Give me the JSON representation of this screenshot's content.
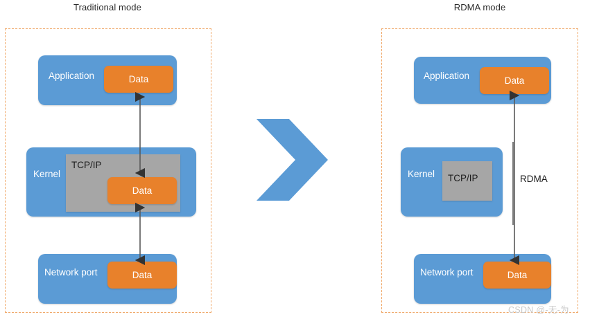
{
  "diagram": {
    "watermark": "CSDN @-无-为",
    "colors": {
      "blue": "#5b9bd5",
      "orange": "#e8812b",
      "gray": "#a6a6a6",
      "dashed_border": "#f0a868",
      "arrow": "#595959",
      "text_dark": "#1c1c1c",
      "text_light": "#ffffff"
    },
    "left_panel": {
      "title": "Traditional mode",
      "application": {
        "label": "Application",
        "data_label": "Data"
      },
      "kernel": {
        "label": "Kernel",
        "stack_label": "TCP/IP",
        "data_label": "Data"
      },
      "network_port": {
        "label": "Network port",
        "data_label": "Data"
      }
    },
    "right_panel": {
      "title": "RDMA mode",
      "application": {
        "label": "Application",
        "data_label": "Data"
      },
      "kernel": {
        "label": "Kernel",
        "stack_label": "TCP/IP"
      },
      "path_label": "RDMA",
      "network_port": {
        "label": "Network port",
        "data_label": "Data"
      }
    }
  }
}
